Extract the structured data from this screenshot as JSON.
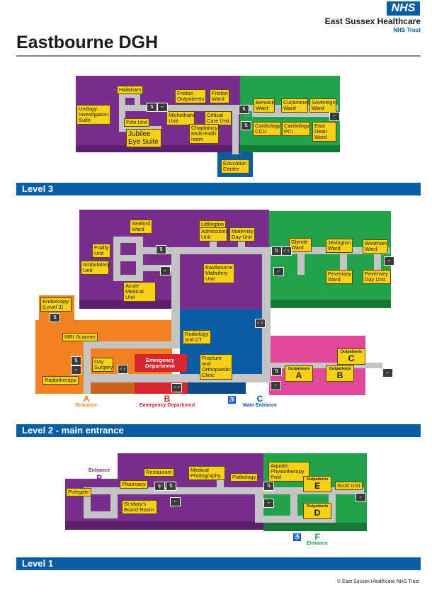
{
  "header": {
    "logo_text": "NHS",
    "trust_name": "East Sussex Healthcare",
    "trust_sub": "NHS Trust",
    "title": "Eastbourne DGH"
  },
  "colors": {
    "nhs_blue": "#0a5ea8",
    "purple": "#7b2d8e",
    "green": "#21a34a",
    "orange": "#f28120",
    "pink": "#e2479c",
    "red": "#d7262e",
    "label_yellow": "#f7d117",
    "corridor": "#c4c4c4"
  },
  "icons": {
    "lift": "lift-icon",
    "stairs": "stairs-icon",
    "toilets": "toilets-icon",
    "accessible": "accessible-icon",
    "restaurant": "cutlery-icon"
  },
  "level3": {
    "bar": "Level 3",
    "labels": {
      "hailsham": "Hailsham",
      "urology": "Urology Investigation Suite",
      "firle": "Firle Unit",
      "jubilee": "Jubilee Eye Suite",
      "friston_out": "Friston Outpatients",
      "friston_ward": "Friston Ward",
      "michelham": "Michelham Unit",
      "critical_care": "Critical Care Unit",
      "chaplaincy": "Chaplaincy Multi-Faith room",
      "berwick": "Berwick Ward",
      "cuckmere": "Cuckmere Ward",
      "sovereign": "Sovereign Ward",
      "cardio_ccu": "Cardiology CCU",
      "cardio_pci": "Cardiology PCI",
      "east_dean": "East Dean Ward",
      "education": "Education Centre"
    }
  },
  "level2": {
    "bar": "Level 2 - main entrance",
    "labels": {
      "seaford": "Seaford Ward",
      "frailty": "Frailty Unit",
      "ambulatory": "Ambulatory Unit",
      "acute_medical": "Acute Medical Unit",
      "littlington": "Littlington",
      "admissions": "Admissions Unit",
      "maternity": "Maternity Day Unit",
      "eastbourne_mid": "Eastbourne Midwifery Unit",
      "glynde": "Glynde Ward",
      "jevington": "Jevington Ward",
      "westham": "Westham Ward",
      "pevensey": "Pevensey Ward",
      "pevensey_day": "Pevensey Day Unit",
      "endoscopy": "Endoscopy (Level 3)",
      "mri": "MRI Scanner",
      "radiology": "Radiology and CT",
      "fracture": "Fracture and Orthopaedic Clinic",
      "day_surgery": "Day Surgery",
      "emergency": "Emergency Department",
      "radiotherapy": "Radiotherapy",
      "out_word": "Outpatients",
      "out_a": "A",
      "out_b": "B",
      "out_c": "C"
    },
    "entrances": {
      "a_letter": "A",
      "a_text": "Entrance",
      "b_letter": "B",
      "b_text": "Emergency Department",
      "c_letter": "C",
      "c_text": "Main Entrance"
    }
  },
  "level1": {
    "bar": "Level 1",
    "labels": {
      "polegate": "Polegate",
      "pharmacy": "Pharmacy",
      "restaurant": "Restaurant",
      "medical_photo": "Medical Photography",
      "pathology": "Pathology",
      "st_marys": "St Mary's Board Room",
      "aquatic": "Aquatic Physiotherapy Pool",
      "scott": "Scott Unit",
      "out_word": "Outpatients",
      "out_d": "D",
      "out_e": "E"
    },
    "entrances": {
      "p_letter": "P",
      "p_text": "Entrance",
      "f_letter": "F",
      "f_text": "Entrance"
    }
  },
  "footer": {
    "copyright": "© East Sussex Healthcare NHS Trust"
  }
}
